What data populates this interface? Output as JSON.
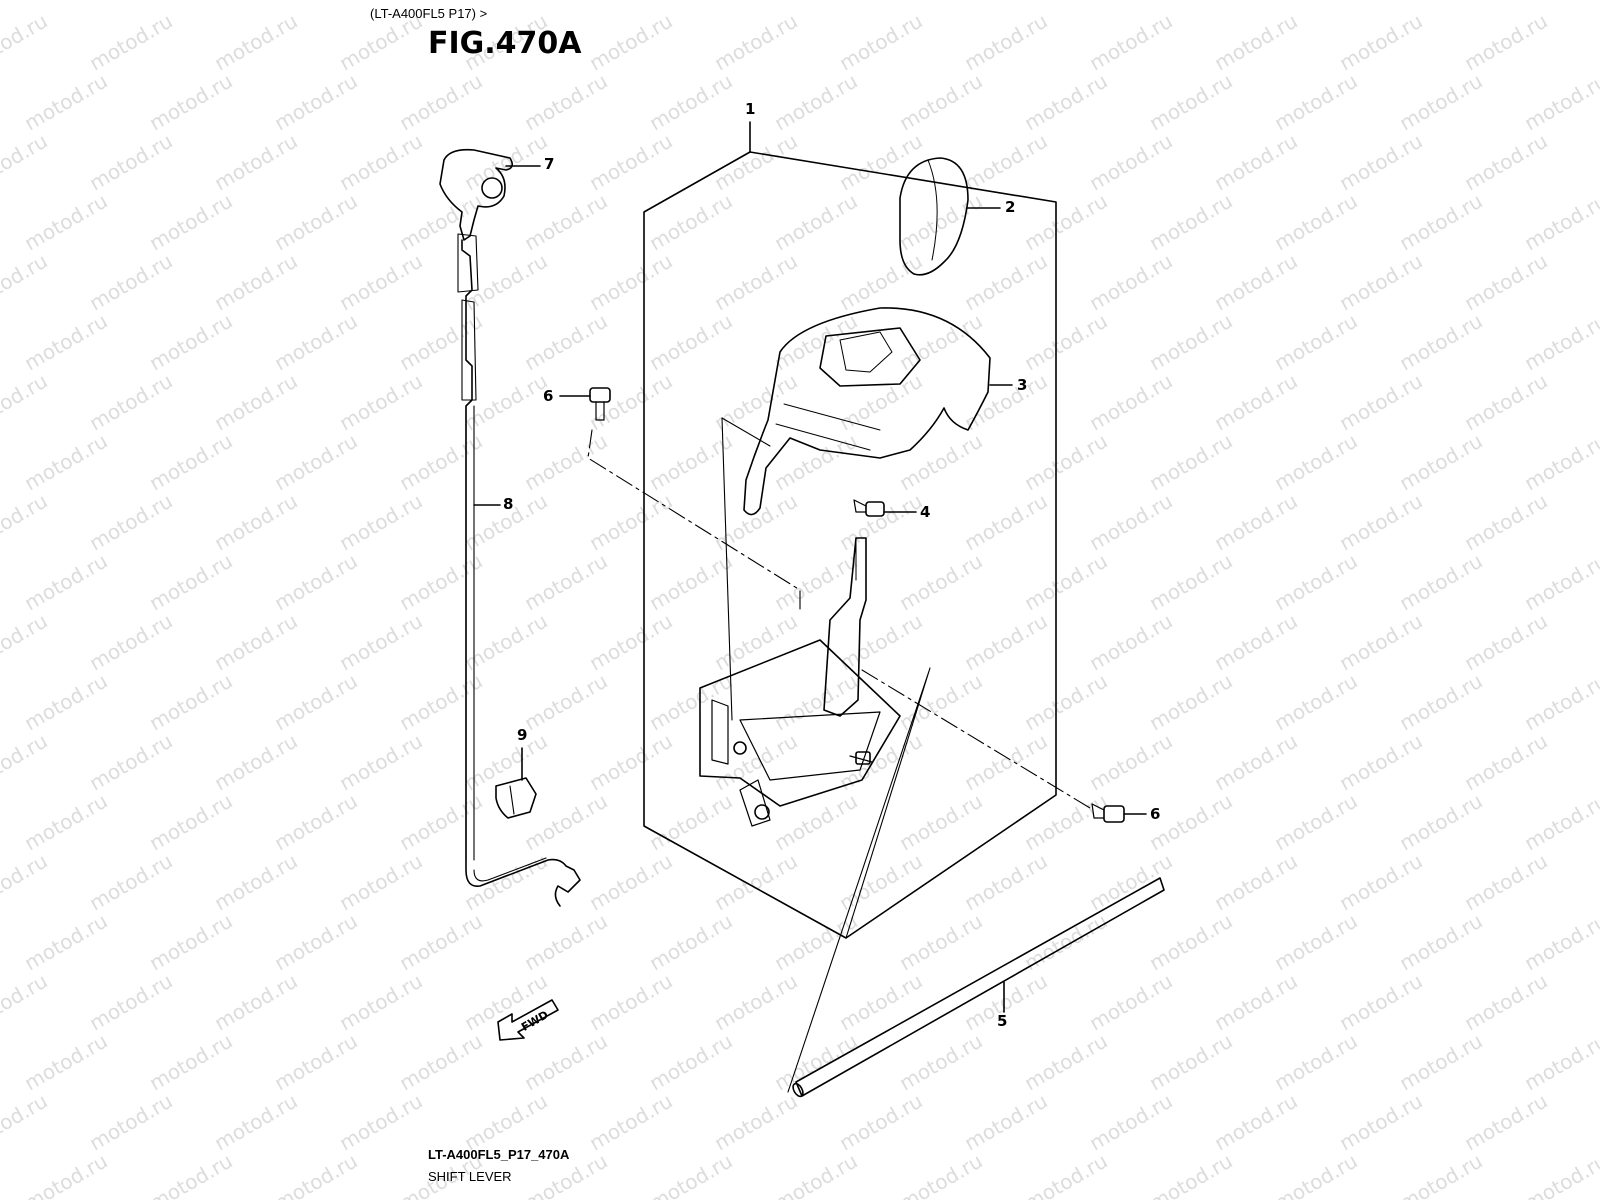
{
  "header": {
    "subtitle": "(LT-A400FL5 P17) >",
    "figure_title": "FIG.470A"
  },
  "footer": {
    "code": "LT-A400FL5_P17_470A",
    "name": "SHIFT LEVER"
  },
  "watermark": "motod.ru",
  "callouts": {
    "c1": "1",
    "c2": "2",
    "c3": "3",
    "c4": "4",
    "c5": "5",
    "c6a": "6",
    "c6b": "6",
    "c7": "7",
    "c8": "8",
    "c9": "9"
  },
  "fwd_label": "FWD"
}
